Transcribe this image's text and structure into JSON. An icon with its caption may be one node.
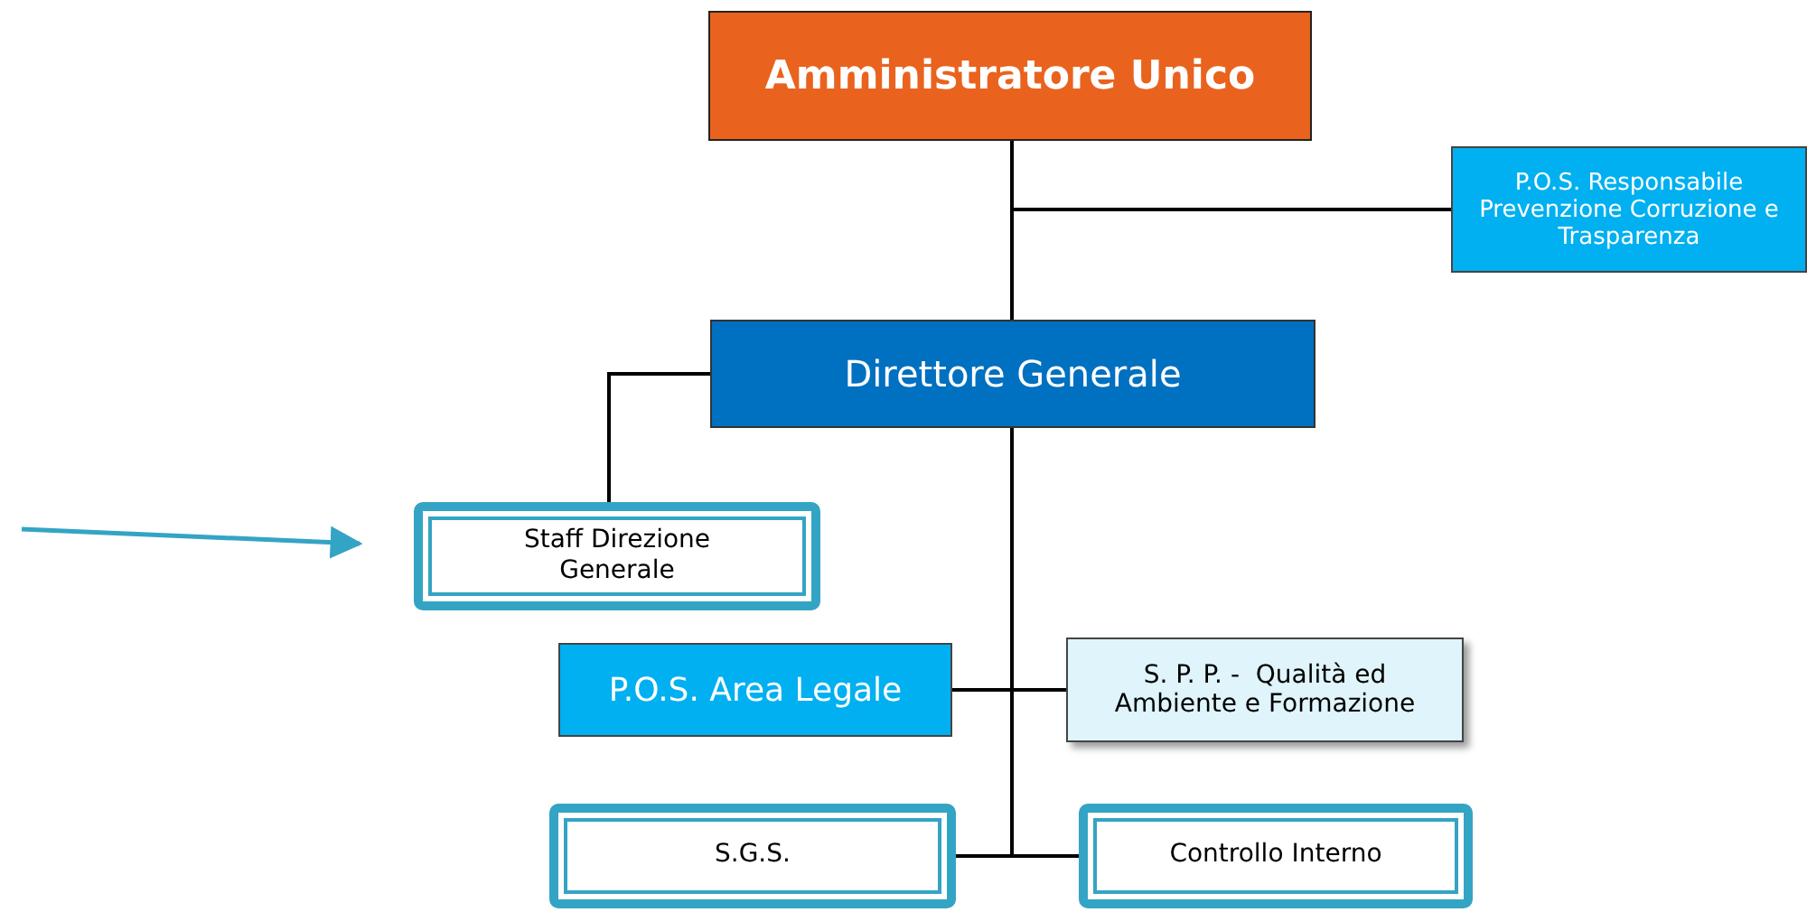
{
  "diagram": {
    "nodes": [
      {
        "text": [
          "Amministratore Unico"
        ]
      },
      {
        "text": [
          "P.O.S. Responsabile Prevenzione Corruzione e Trasparenza"
        ]
      },
      {
        "text": [
          "Direttore Generale"
        ]
      },
      {
        "text": [
          "Staff Direzione Generale"
        ]
      },
      {
        "text": [
          "P.O.S. Area Legale"
        ]
      },
      {
        "text": [
          "S. P. P. -  Qualità ed Ambiente e Formazione"
        ]
      },
      {
        "text": [
          "S.G.S."
        ]
      },
      {
        "text": [
          "Controllo Interno"
        ]
      }
    ],
    "edges": [
      {
        "from": 0,
        "to": 2,
        "arrow": "none"
      },
      {
        "from": 0,
        "to": 1,
        "arrow": "none"
      },
      {
        "from": 2,
        "to": 3,
        "arrow": "none"
      },
      {
        "from": 2,
        "to": 4,
        "arrow": "none"
      },
      {
        "from": 2,
        "to": 5,
        "arrow": "none"
      },
      {
        "from": 2,
        "to": 6,
        "arrow": "none"
      },
      {
        "from": 2,
        "to": 7,
        "arrow": "none"
      },
      {
        "from": null,
        "to": 3,
        "arrow": "to",
        "color": "#34a4c4"
      }
    ]
  }
}
